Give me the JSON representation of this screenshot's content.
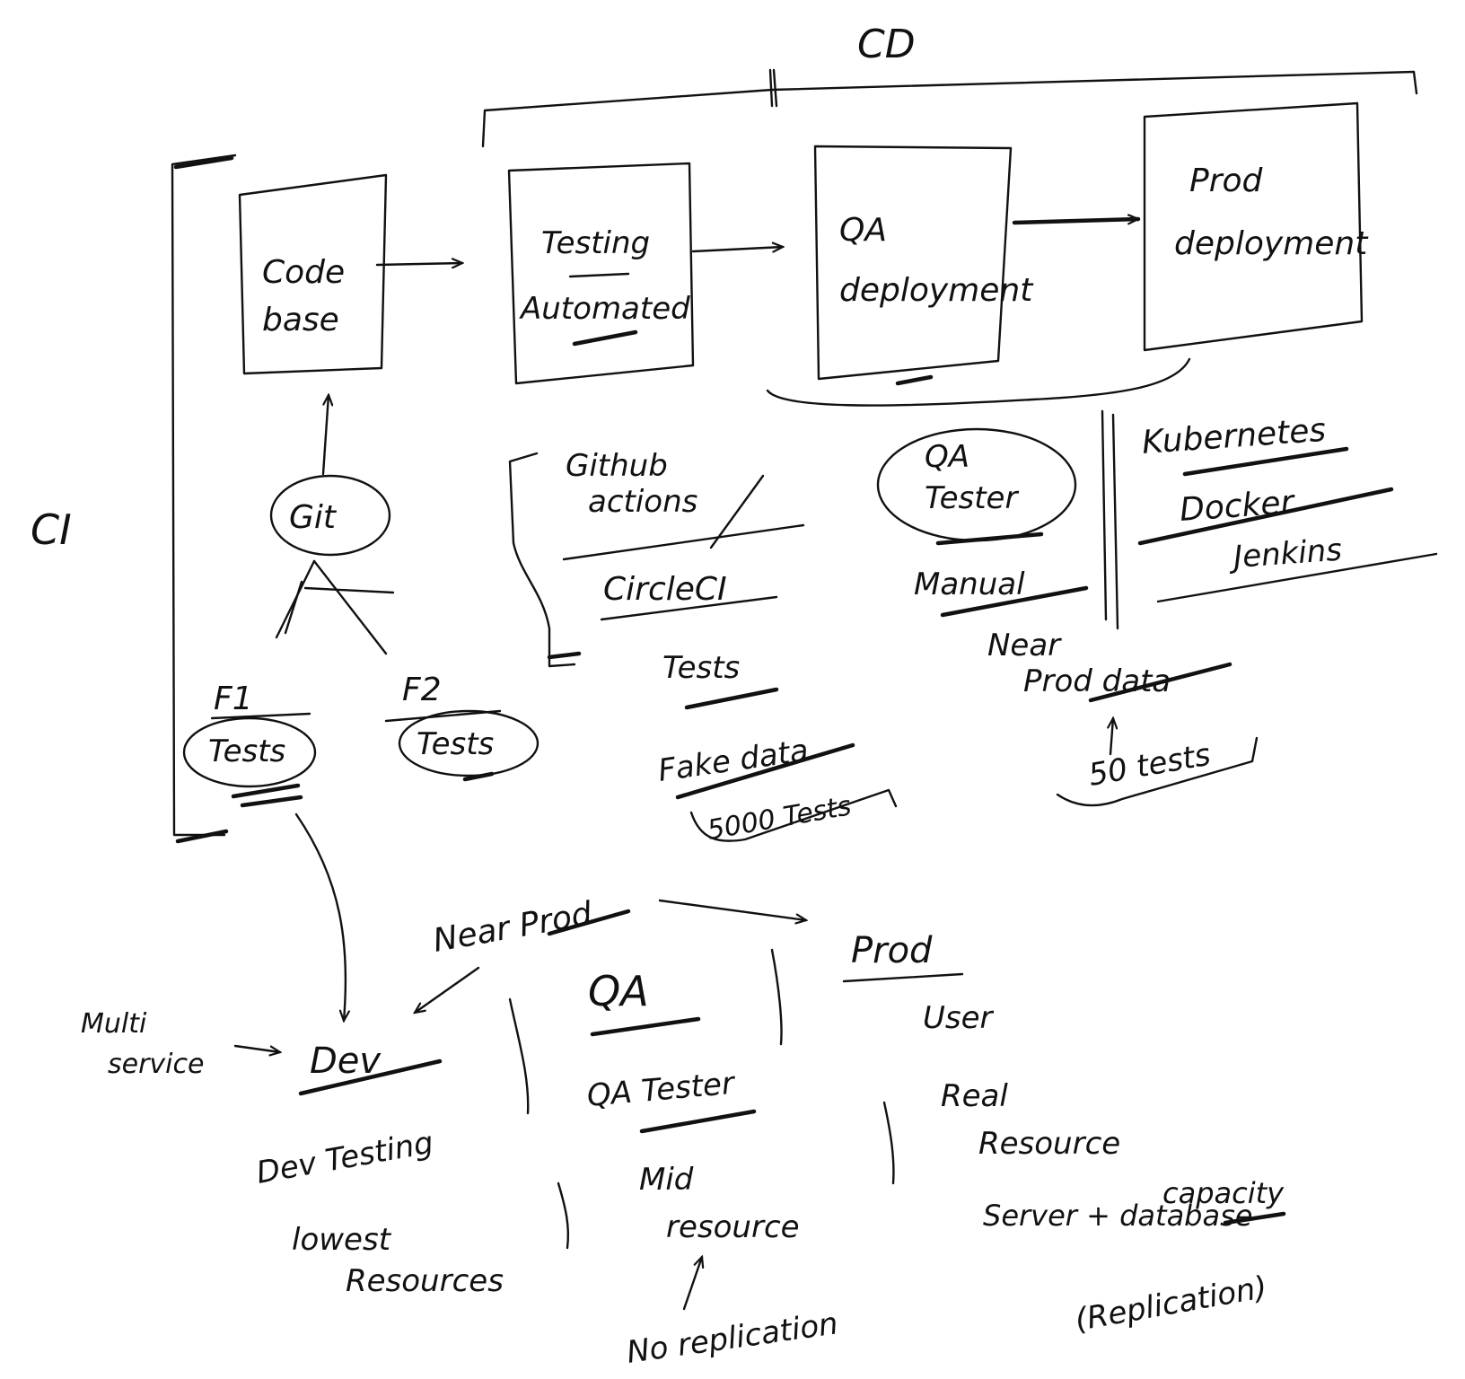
{
  "labels": {
    "cd": "CD",
    "ci": "CI",
    "box_code_base": [
      "Code",
      "base"
    ],
    "box_testing": [
      "Testing",
      "Automated"
    ],
    "box_qa": [
      "QA",
      "deployment"
    ],
    "box_prod": [
      "Prod",
      "deployment"
    ],
    "git": "Git",
    "f1": "F1",
    "f2": "F2",
    "tests_f1": "Tests",
    "tests_f2": "Tests",
    "github_actions": [
      "Github",
      "actions"
    ],
    "circle_ci": "CircleCI",
    "tests": "Tests",
    "fake_data": "Fake data",
    "five_thousand_tests": "5000 Tests",
    "qa_tester": [
      "QA",
      "Tester"
    ],
    "manual": "Manual",
    "near_prod_data": [
      "Near",
      "Prod data"
    ],
    "fifty_tests": "50 tests",
    "kubernetes": "Kubernetes",
    "docker": "Docker",
    "jenkins": "Jenkins",
    "near_prod": "Near Prod",
    "multi_service": [
      "Multi",
      "service"
    ],
    "dev": "Dev",
    "dev_testing": "Dev Testing",
    "lowest_resources": [
      "lowest",
      "Resources"
    ],
    "qa": "QA",
    "qa_tester_bottom": "QA Tester",
    "mid_resource": [
      "Mid",
      "resource"
    ],
    "no_replication": "No replication",
    "prod": "Prod",
    "user": "User",
    "real_resource": [
      "Real",
      "Resource"
    ],
    "server_db": [
      "Server + database",
      "capacity"
    ],
    "replication": "(Replication)"
  }
}
